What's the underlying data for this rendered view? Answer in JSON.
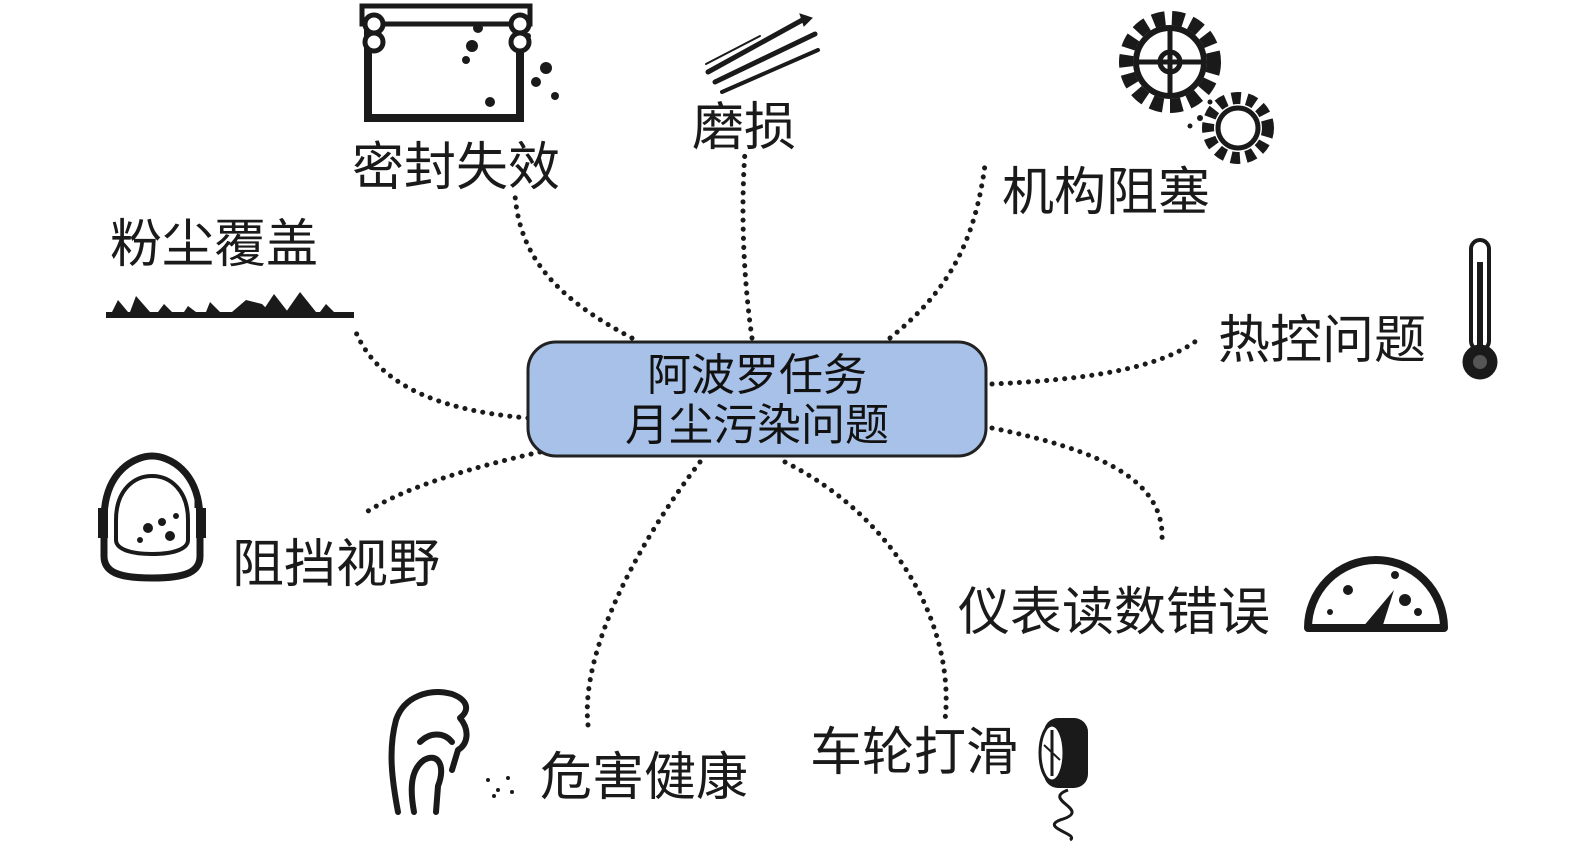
{
  "center": {
    "line1": "阿波罗任务",
    "line2": "月尘污染问题",
    "fill_color": "#a7c1e8",
    "stroke_color": "#222222"
  },
  "nodes": [
    {
      "id": "seal",
      "label": "密封失效",
      "icon": "sealed-container-icon"
    },
    {
      "id": "wear",
      "label": "磨损",
      "icon": "abrasion-streaks-icon"
    },
    {
      "id": "jam",
      "label": "机构阻塞",
      "icon": "gears-icon"
    },
    {
      "id": "thermal",
      "label": "热控问题",
      "icon": "thermometer-icon"
    },
    {
      "id": "instrument",
      "label": "仪表读数错误",
      "icon": "gauge-icon"
    },
    {
      "id": "wheel",
      "label": "车轮打滑",
      "icon": "tire-icon"
    },
    {
      "id": "health",
      "label": "危害健康",
      "icon": "human-head-icon"
    },
    {
      "id": "vision",
      "label": "阻挡视野",
      "icon": "helmet-icon"
    },
    {
      "id": "coverage",
      "label": "粉尘覆盖",
      "icon": "dust-layer-icon"
    }
  ]
}
